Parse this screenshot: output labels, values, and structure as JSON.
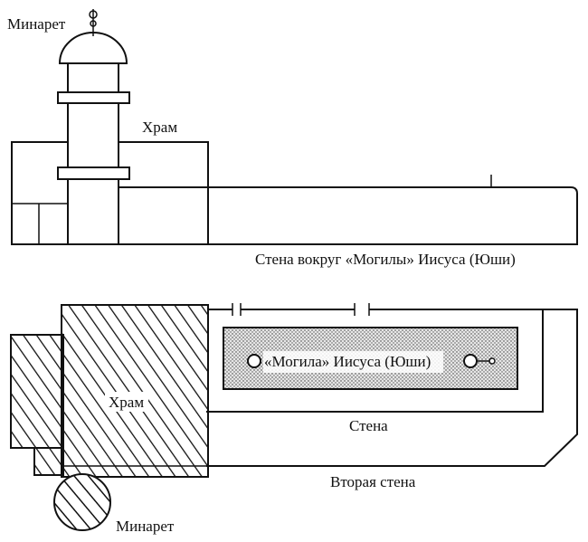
{
  "elevation": {
    "minaret_label": "Минарет",
    "temple_label": "Храм",
    "wall_label": "Стена вокруг «Могилы» Иисуса (Юши)"
  },
  "plan": {
    "tomb_label": "«Могила» Иисуса (Юши)",
    "temple_label": "Храм",
    "wall_label": "Стена",
    "second_wall_label": "Вторая стена",
    "minaret_label": "Минарет"
  },
  "colors": {
    "ink": "#111111",
    "stipple_bg": "#d9d9d9"
  }
}
